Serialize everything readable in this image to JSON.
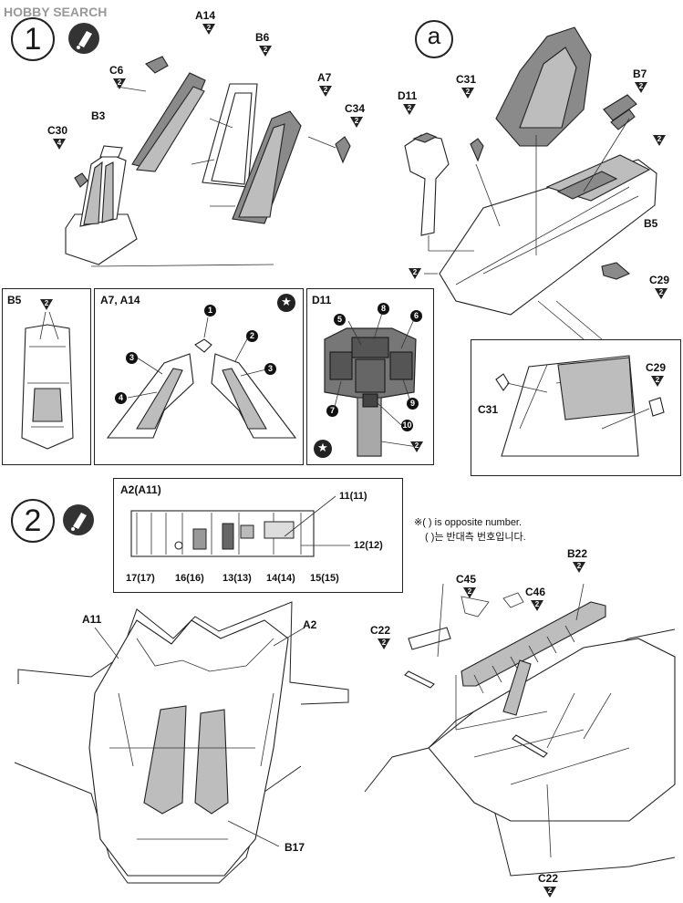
{
  "watermark": "HOBBY SEARCH",
  "steps": [
    {
      "number": "1",
      "glue": "cement-bottle-icon"
    },
    {
      "number": "2",
      "glue": "cement-bottle-icon"
    }
  ],
  "sub_assembly": {
    "marker": "a"
  },
  "step1_labels": {
    "c6": "C6",
    "a14": "A14",
    "b6": "B6",
    "a7": "A7",
    "c34": "C34",
    "b3": "B3",
    "c30": "C30",
    "c30_count": "4",
    "d11": "D11",
    "c31": "C31",
    "b7": "B7",
    "b5": "B5",
    "c29": "C29",
    "callout_c31": "C31",
    "callout_c29": "C29"
  },
  "decal_panels": {
    "b5": {
      "title": "B5"
    },
    "a7": {
      "title": "A7, A14",
      "numbers": [
        "1",
        "2",
        "3",
        "3",
        "4"
      ]
    },
    "d11": {
      "title": "D11",
      "numbers": [
        "5",
        "8",
        "6",
        "7",
        "9",
        "10"
      ]
    }
  },
  "step2": {
    "note_line1": "※( ) is opposite number.",
    "note_line2": "( )는 반대측 번호입니다.",
    "panel_title": "A2(A11)",
    "top_decals": [
      "11(11)",
      "12(12)"
    ],
    "bottom_decals": [
      "17(17)",
      "16(16)",
      "13(13)",
      "14(14)",
      "15(15)"
    ],
    "labels": {
      "a11": "A11",
      "a2": "A2",
      "b17": "B17",
      "c45": "C45",
      "c46": "C46",
      "c22_top": "C22",
      "c22_bottom": "C22",
      "b22": "B22"
    }
  },
  "sprue_tag": "2"
}
